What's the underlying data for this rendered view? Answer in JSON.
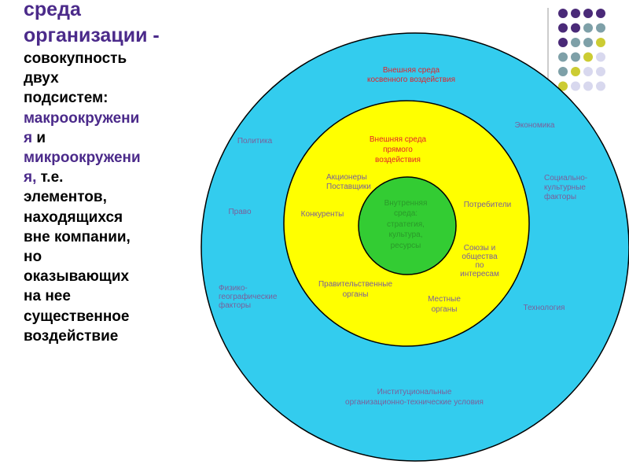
{
  "left": {
    "line1": "среда",
    "line2": "организации -",
    "line3": "совокупность",
    "line4": "двух",
    "line5": "подсистем:",
    "line6": "макроокружени",
    "line7a": "я",
    "line7b": " и",
    "line8": "микроокружени",
    "line9a": "я,",
    "line9b": " т.е.",
    "line10": "элементов,",
    "line11": "находящихся",
    "line12": "вне компании,",
    "line13": "но",
    "line14": "оказывающих",
    "line15": "на нее",
    "line16": "существенное",
    "line17": "воздействие"
  },
  "outer": {
    "title1": "Внешняя среда",
    "title2": "косвенного воздействия",
    "politika": "Политика",
    "economika": "Экономика",
    "soc1": "Социально-",
    "soc2": "культурные",
    "soc3": "факторы",
    "pravo": "Право",
    "fiz1": "Физико-",
    "fiz2": "географические",
    "fiz3": "факторы",
    "tech": "Технология",
    "inst1": "Институциональные",
    "inst2": "организационно-технические условия"
  },
  "middle": {
    "title1": "Внешняя среда",
    "title2": "прямого",
    "title3": "воздействия",
    "akc1": "Акционеры",
    "akc2": "Поставщики",
    "konk": "Конкуренты",
    "potr": "Потребители",
    "soyuz1": "Союзы и",
    "soyuz2": "общества",
    "soyuz3": "по",
    "soyuz4": "интересам",
    "prav1": "Правительственные",
    "prav2": "органы",
    "mest1": "Местные",
    "mest2": "органы"
  },
  "inner": {
    "l1": "Внутренняя",
    "l2": "среда:",
    "l3": "стратегия,",
    "l4": "культура,",
    "l5": "ресурсы"
  },
  "colors": {
    "outer": "#33ccee",
    "middle": "#ffff00",
    "inner": "#33cc33",
    "purple": "#4b2a8a",
    "label": "#7a5f9a",
    "red": "#e0242a"
  },
  "dots": {
    "grid": [
      [
        "#4a2a78",
        "#4a2a78",
        "#4a2a78",
        "#4a2a78"
      ],
      [
        "#4a2a78",
        "#4a2a78",
        "#7ea0a8",
        "#7ea0a8"
      ],
      [
        "#4a2a78",
        "#7ea0a8",
        "#7ea0a8",
        "#cccc33"
      ],
      [
        "#7ea0a8",
        "#7ea0a8",
        "#cccc33",
        "#d8d8ee"
      ],
      [
        "#7ea0a8",
        "#cccc33",
        "#d8d8ee",
        "#d8d8ee"
      ],
      [
        "#cccc33",
        "#d8d8ee",
        "#d8d8ee",
        "#d8d8ee"
      ]
    ]
  }
}
